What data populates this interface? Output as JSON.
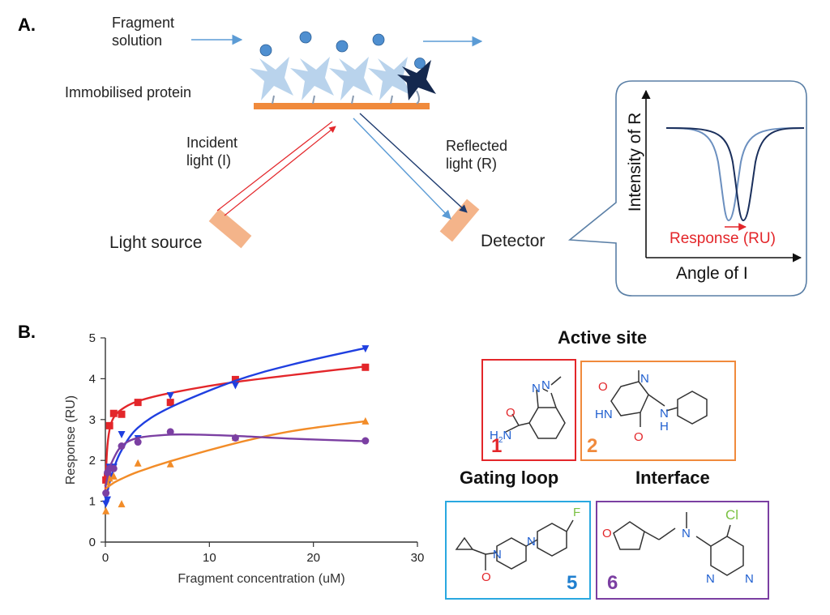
{
  "panel_a": {
    "letter": "A.",
    "fragment_solution_line1": "Fragment",
    "fragment_solution_line2": "solution",
    "immobilised_protein": "Immobilised protein",
    "incident_line1": "Incident",
    "incident_line2": "light (I)",
    "reflected_line1": "Reflected",
    "reflected_line2": "light (R)",
    "light_source": "Light source",
    "detector": "Detector",
    "inset": {
      "y_axis_label": "Intensity of R",
      "x_axis_label": "Angle of I",
      "response_label": "Response (RU)"
    },
    "colors": {
      "surface": "#f08a3c",
      "protein": "#b9d3ec",
      "bound_protein": "#14284e",
      "fragment": "#4f8fd0",
      "incident": "#e3262a",
      "reflected": "#1d3a6e",
      "source_block": "#f4b48a"
    }
  },
  "panel_b": {
    "letter": "B.",
    "active_site_title": "Active site",
    "gating_loop_title": "Gating loop",
    "interface_title": "Interface",
    "compounds": [
      {
        "number": "1",
        "color": "#e3262a"
      },
      {
        "number": "2",
        "color": "#f08a3c"
      },
      {
        "number": "5",
        "color": "#1f7fcf"
      },
      {
        "number": "6",
        "color": "#7b3fa2"
      }
    ],
    "chem_labels": {
      "c1_n": "N",
      "c1_n2": "N",
      "c1_o": "O",
      "c1_h2n": "H",
      "c1_h2n_sub": "2",
      "c1_h2n_n": "N",
      "c2_o_top": "O",
      "c2_n_top": "N",
      "c2_hn": "HN",
      "c2_o_bot": "O",
      "c2_nh_n": "N",
      "c2_nh_h": "H",
      "c5_f": "F",
      "c5_n1": "N",
      "c5_n2": "N",
      "c5_o": "O",
      "c6_o": "O",
      "c6_n": "N",
      "c6_cl": "Cl",
      "c6_n1": "N",
      "c6_n2": "N"
    }
  },
  "chart_data": {
    "type": "scatter",
    "title": "",
    "xlabel": "Fragment concentration (uM)",
    "ylabel": "Response (RU)",
    "xlim": [
      0,
      30
    ],
    "ylim": [
      0,
      5
    ],
    "xticks": [
      "0",
      "10",
      "20",
      "30"
    ],
    "yticks": [
      "0",
      "1",
      "2",
      "3",
      "4",
      "5"
    ],
    "grid": false,
    "legend": "none",
    "series": [
      {
        "color": "#e3262a",
        "marker": "square",
        "points": [
          [
            0.05,
            1.52
          ],
          [
            0.2,
            1.6
          ],
          [
            0.4,
            2.85
          ],
          [
            0.8,
            3.15
          ],
          [
            1.56,
            3.13
          ],
          [
            3.13,
            3.42
          ],
          [
            6.25,
            3.42
          ],
          [
            12.5,
            3.98
          ],
          [
            25,
            4.28
          ]
        ],
        "curve": [
          [
            0.0,
            1.2
          ],
          [
            0.15,
            2.2
          ],
          [
            0.4,
            2.75
          ],
          [
            0.8,
            3.05
          ],
          [
            1.56,
            3.25
          ],
          [
            3.13,
            3.45
          ],
          [
            6.25,
            3.65
          ],
          [
            12.5,
            3.92
          ],
          [
            25,
            4.3
          ]
        ]
      },
      {
        "color": "#1f3fe0",
        "marker": "triangle-down",
        "points": [
          [
            0.05,
            0.95
          ],
          [
            0.2,
            1.05
          ],
          [
            0.4,
            1.85
          ],
          [
            0.8,
            1.85
          ],
          [
            1.56,
            2.65
          ],
          [
            3.13,
            2.55
          ],
          [
            6.25,
            3.6
          ],
          [
            12.5,
            3.85
          ],
          [
            25,
            4.75
          ]
        ],
        "curve": [
          [
            0.0,
            1.0
          ],
          [
            0.4,
            1.45
          ],
          [
            0.8,
            1.8
          ],
          [
            1.56,
            2.25
          ],
          [
            3.13,
            2.8
          ],
          [
            6.25,
            3.3
          ],
          [
            12.5,
            3.95
          ],
          [
            18,
            4.35
          ],
          [
            25,
            4.75
          ]
        ]
      },
      {
        "color": "#f28c28",
        "marker": "triangle-up",
        "points": [
          [
            0.05,
            0.75
          ],
          [
            0.2,
            1.45
          ],
          [
            0.4,
            1.55
          ],
          [
            0.8,
            1.6
          ],
          [
            1.56,
            0.92
          ],
          [
            3.13,
            1.92
          ],
          [
            6.25,
            1.9
          ],
          [
            12.5,
            2.55
          ],
          [
            25,
            2.95
          ]
        ],
        "curve": [
          [
            0.0,
            1.3
          ],
          [
            0.8,
            1.45
          ],
          [
            1.56,
            1.55
          ],
          [
            3.13,
            1.72
          ],
          [
            6.25,
            1.98
          ],
          [
            12.5,
            2.42
          ],
          [
            18,
            2.72
          ],
          [
            25,
            2.96
          ]
        ]
      },
      {
        "color": "#7b3fa2",
        "marker": "circle",
        "points": [
          [
            0.05,
            1.2
          ],
          [
            0.2,
            1.7
          ],
          [
            0.4,
            1.8
          ],
          [
            0.8,
            1.8
          ],
          [
            1.56,
            2.35
          ],
          [
            3.13,
            2.45
          ],
          [
            6.25,
            2.7
          ],
          [
            12.5,
            2.55
          ],
          [
            25,
            2.48
          ]
        ],
        "curve": [
          [
            0.0,
            1.35
          ],
          [
            0.4,
            1.8
          ],
          [
            0.8,
            2.05
          ],
          [
            1.56,
            2.35
          ],
          [
            3.13,
            2.55
          ],
          [
            6.25,
            2.63
          ],
          [
            9,
            2.63
          ],
          [
            12.5,
            2.6
          ],
          [
            18,
            2.53
          ],
          [
            25,
            2.47
          ]
        ]
      }
    ]
  }
}
